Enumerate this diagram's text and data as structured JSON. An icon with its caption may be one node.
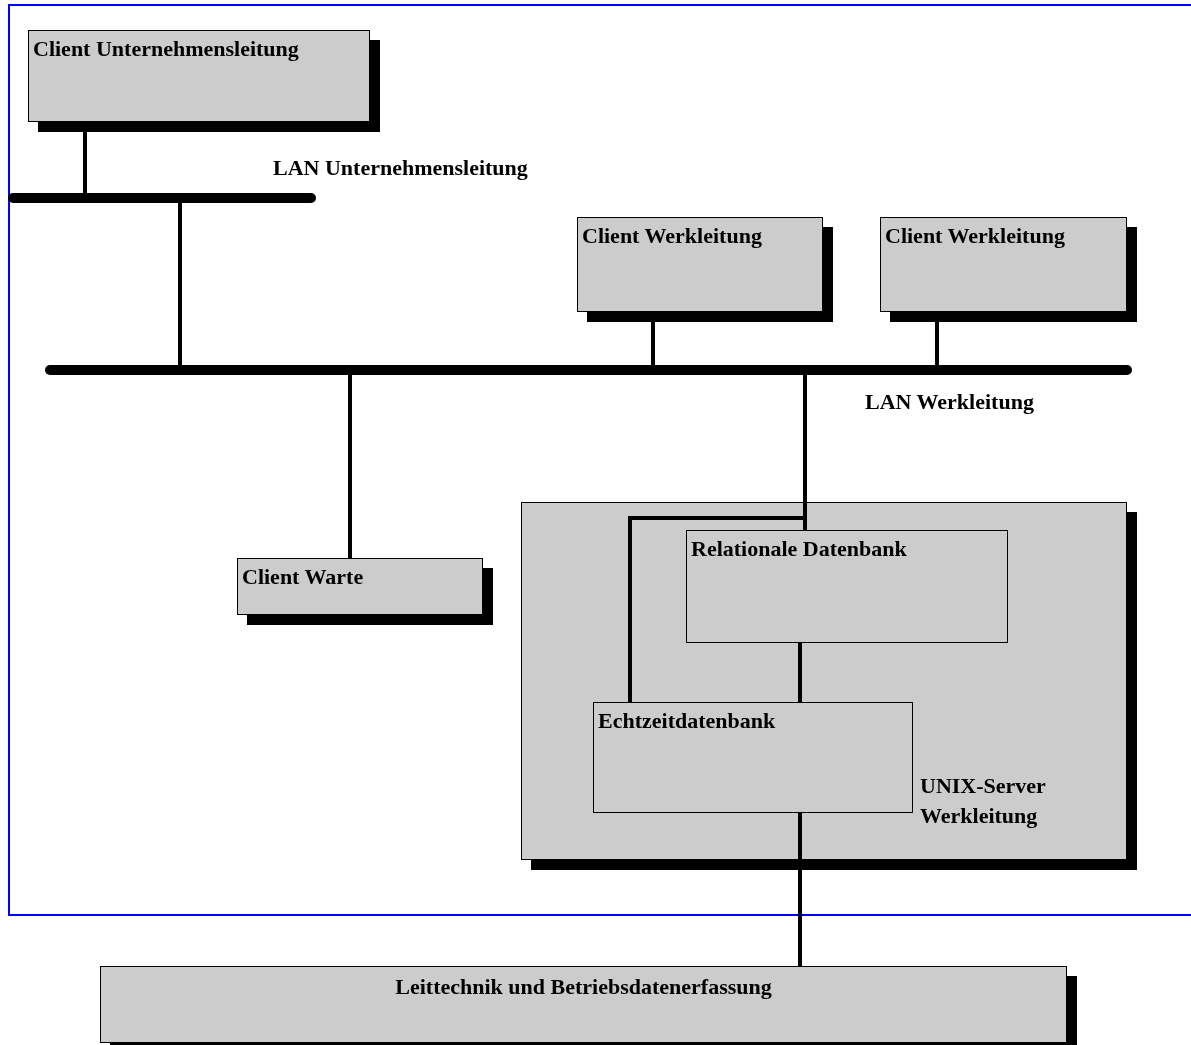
{
  "diagram": {
    "nodes": [
      {
        "text": [
          "Client Unternehmensleitung"
        ]
      },
      {
        "text": [],
        "shape": "bar",
        "beside": [
          "LAN Unternehmensleitung"
        ]
      },
      {
        "text": [
          "Client Werkleitung"
        ]
      },
      {
        "text": [
          "Client Werkleitung"
        ]
      },
      {
        "text": [],
        "shape": "bar",
        "beside": [
          "LAN Werkleitung"
        ]
      },
      {
        "text": [
          "Client Warte"
        ]
      },
      {
        "text": [
          "UNIX-Server Werkleitung"
        ]
      },
      {
        "text": [
          "Relationale Datenbank"
        ],
        "in": 6
      },
      {
        "text": [
          "Echtzeitdatenbank"
        ],
        "in": 6
      },
      {
        "text": [
          "Leittechnik und Betriebsdatenerfassung"
        ]
      }
    ],
    "edges": [
      {
        "from": 0,
        "to": 1,
        "arrow": "none"
      },
      {
        "from": 1,
        "to": 4,
        "arrow": "none"
      },
      {
        "from": 2,
        "to": 4,
        "arrow": "none"
      },
      {
        "from": 3,
        "to": 4,
        "arrow": "none"
      },
      {
        "from": 4,
        "to": 5,
        "arrow": "none"
      },
      {
        "from": 4,
        "to": 7,
        "arrow": "none"
      },
      {
        "from": 4,
        "to": 8,
        "arrow": "none"
      },
      {
        "from": 7,
        "to": 8,
        "arrow": "none"
      },
      {
        "from": 8,
        "to": 9,
        "arrow": "none"
      }
    ]
  }
}
